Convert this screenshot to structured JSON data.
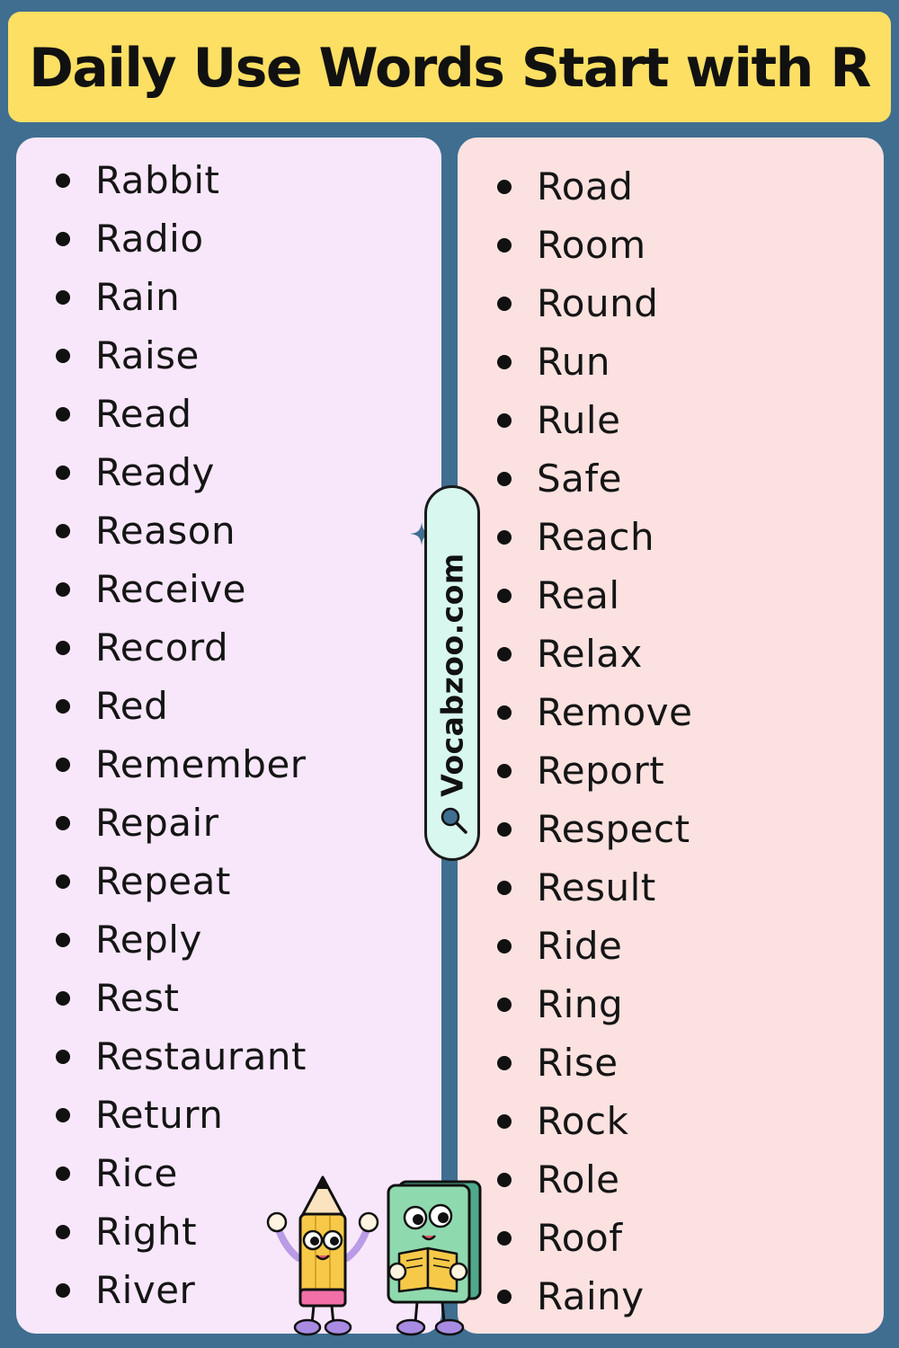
{
  "header": {
    "title": "Daily Use Words Start with R"
  },
  "left_column": {
    "words": [
      "Rabbit",
      "Radio",
      "Rain",
      "Raise",
      "Read",
      "Ready",
      "Reason",
      "Receive",
      "Record",
      "Red",
      "Remember",
      "Repair",
      "Repeat",
      "Reply",
      "Rest",
      "Restaurant",
      "Return",
      "Rice",
      "Right",
      "River"
    ]
  },
  "right_column": {
    "words": [
      "Road",
      "Room",
      "Round",
      "Run",
      "Rule",
      "Safe",
      "Reach",
      "Real",
      "Relax",
      "Remove",
      "Report",
      "Respect",
      "Result",
      "Ride",
      "Ring",
      "Rise",
      "Rock",
      "Role",
      "Roof",
      "Rainy"
    ]
  },
  "watermark": {
    "text": "Vocabzoo.com",
    "icon": "search-icon"
  },
  "illustrations": {
    "left": "pencil-mascot",
    "right": "book-mascot"
  },
  "colors": {
    "background": "#3f6e91",
    "title_banner": "#fcdf63",
    "left_panel": "#f8e7fa",
    "right_panel": "#fbe1e0",
    "watermark_pill": "#d8f7ee",
    "text": "#151515"
  }
}
